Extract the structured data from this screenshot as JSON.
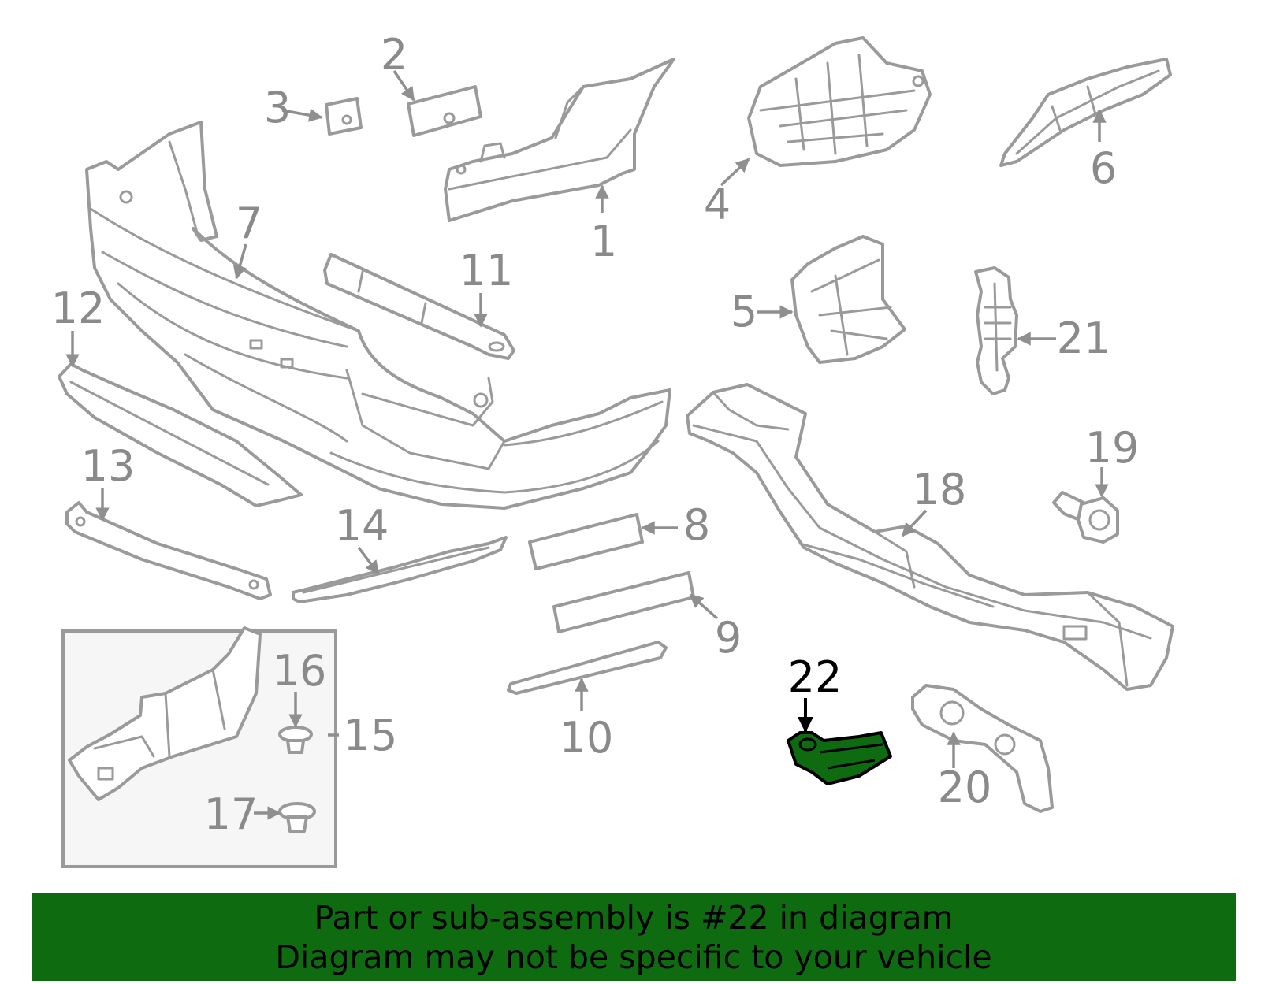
{
  "diagram": {
    "callouts": [
      "1",
      "2",
      "3",
      "4",
      "5",
      "6",
      "7",
      "8",
      "9",
      "10",
      "11",
      "12",
      "13",
      "14",
      "15",
      "16",
      "17",
      "18",
      "19",
      "20",
      "21",
      "22"
    ],
    "highlighted": "22",
    "colors": {
      "highlight": "#0f6b0f",
      "line": "#9a9a9a",
      "banner": "#0f6b0f",
      "inset_bg": "#f6f6f6"
    }
  },
  "banner": {
    "line1": "Part or sub-assembly is #22 in diagram",
    "line2": "Diagram may not be specific to your vehicle"
  }
}
